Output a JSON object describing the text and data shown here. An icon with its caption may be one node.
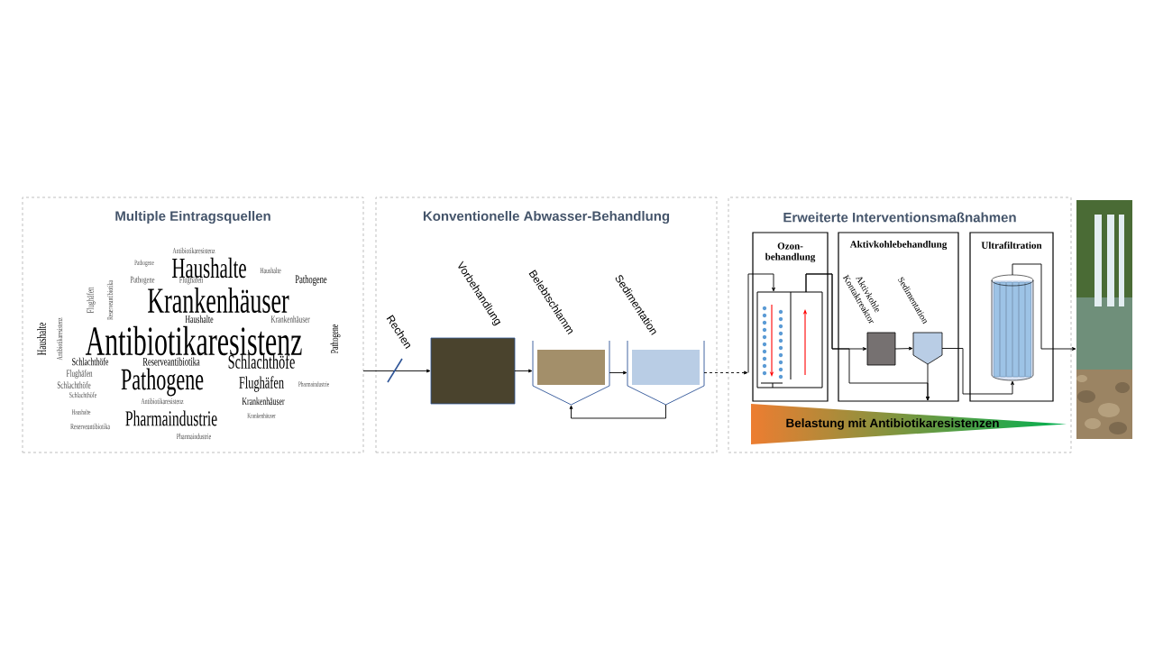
{
  "diagram": {
    "nodes": [
      {
        "text": [
          "Multiple Eintragsquellen"
        ]
      },
      {
        "text": [
          "Konventionelle Abwasser-Behandlung"
        ]
      },
      {
        "text": [
          "Vorbehandlung"
        ],
        "in": 1
      },
      {
        "text": [
          "Belebtschlamm"
        ],
        "in": 1
      },
      {
        "text": [
          "Sedimentation"
        ],
        "in": 1
      },
      {
        "text": [
          "Erweiterte Interventionsmaßnahmen"
        ]
      },
      {
        "text": [
          "Ozon- behandlung"
        ],
        "in": 5
      },
      {
        "text": [],
        "shape": "box",
        "in": 6
      },
      {
        "text": [
          "Aktivkohlebehandlung"
        ],
        "in": 5
      },
      {
        "text": [
          "Aktivkohle Kontaktreaktor"
        ],
        "in": 8
      },
      {
        "text": [
          "Sedimentation"
        ],
        "in": 8
      },
      {
        "text": [
          "Ultrafiltration"
        ],
        "in": 5
      },
      {
        "text": [],
        "shape": "cylinder",
        "in": 11
      },
      {
        "text": [
          "Belastung mit Antibiotikaresistenzen"
        ],
        "in": 5
      },
      {
        "text": [],
        "shape": "picture"
      }
    ],
    "edges": [
      {
        "from": 0,
        "to": 2,
        "arrow": "to",
        "label": "Rechen"
      },
      {
        "from": 2,
        "to": 3,
        "arrow": "to"
      },
      {
        "from": 3,
        "to": 4,
        "arrow": "to"
      },
      {
        "from": 4,
        "to": 3,
        "arrow": "to"
      },
      {
        "from": 4,
        "to": 6,
        "arrow": "to",
        "style": "dashed"
      },
      {
        "from": 6,
        "to": 7,
        "arrow": "to"
      },
      {
        "from": 7,
        "to": 9,
        "arrow": "to"
      },
      {
        "from": 7,
        "to": 8,
        "arrow": "to"
      },
      {
        "from": 9,
        "to": 10,
        "arrow": "to"
      },
      {
        "from": 10,
        "to": 8,
        "arrow": "to"
      },
      {
        "from": 10,
        "to": 12,
        "arrow": "to"
      },
      {
        "from": 12,
        "to": 14,
        "arrow": "to"
      }
    ],
    "labels": [
      "Antibiotikaresistenz",
      "Pathogene",
      "Haushalte",
      "Haushalte",
      "Pathogene",
      "Flughäfen",
      "Pathogene",
      "Flughäfen",
      "Reserveantibiotika",
      "Krankenhäuser",
      "Haushalte",
      "Krankenhäuser",
      "Haushalte",
      "Antibiotikaresistenz",
      "Antibiotikaresistenz",
      "Pathogene",
      "Schlachthöfe",
      "Reserveantibiotika",
      "Schlachthöfe",
      "Flughäfen",
      "Schlachthöfe",
      "Schlachthöfe",
      "Pathogene",
      "Flughäfen",
      "Pharmaindustrie",
      "Antibiotikaresistenz",
      "Krankenhäuser",
      "Haushalte",
      "Pharmaindustrie",
      "Krankenhäuser",
      "Reserveantibiotika",
      "Pharmaindustrie"
    ]
  }
}
